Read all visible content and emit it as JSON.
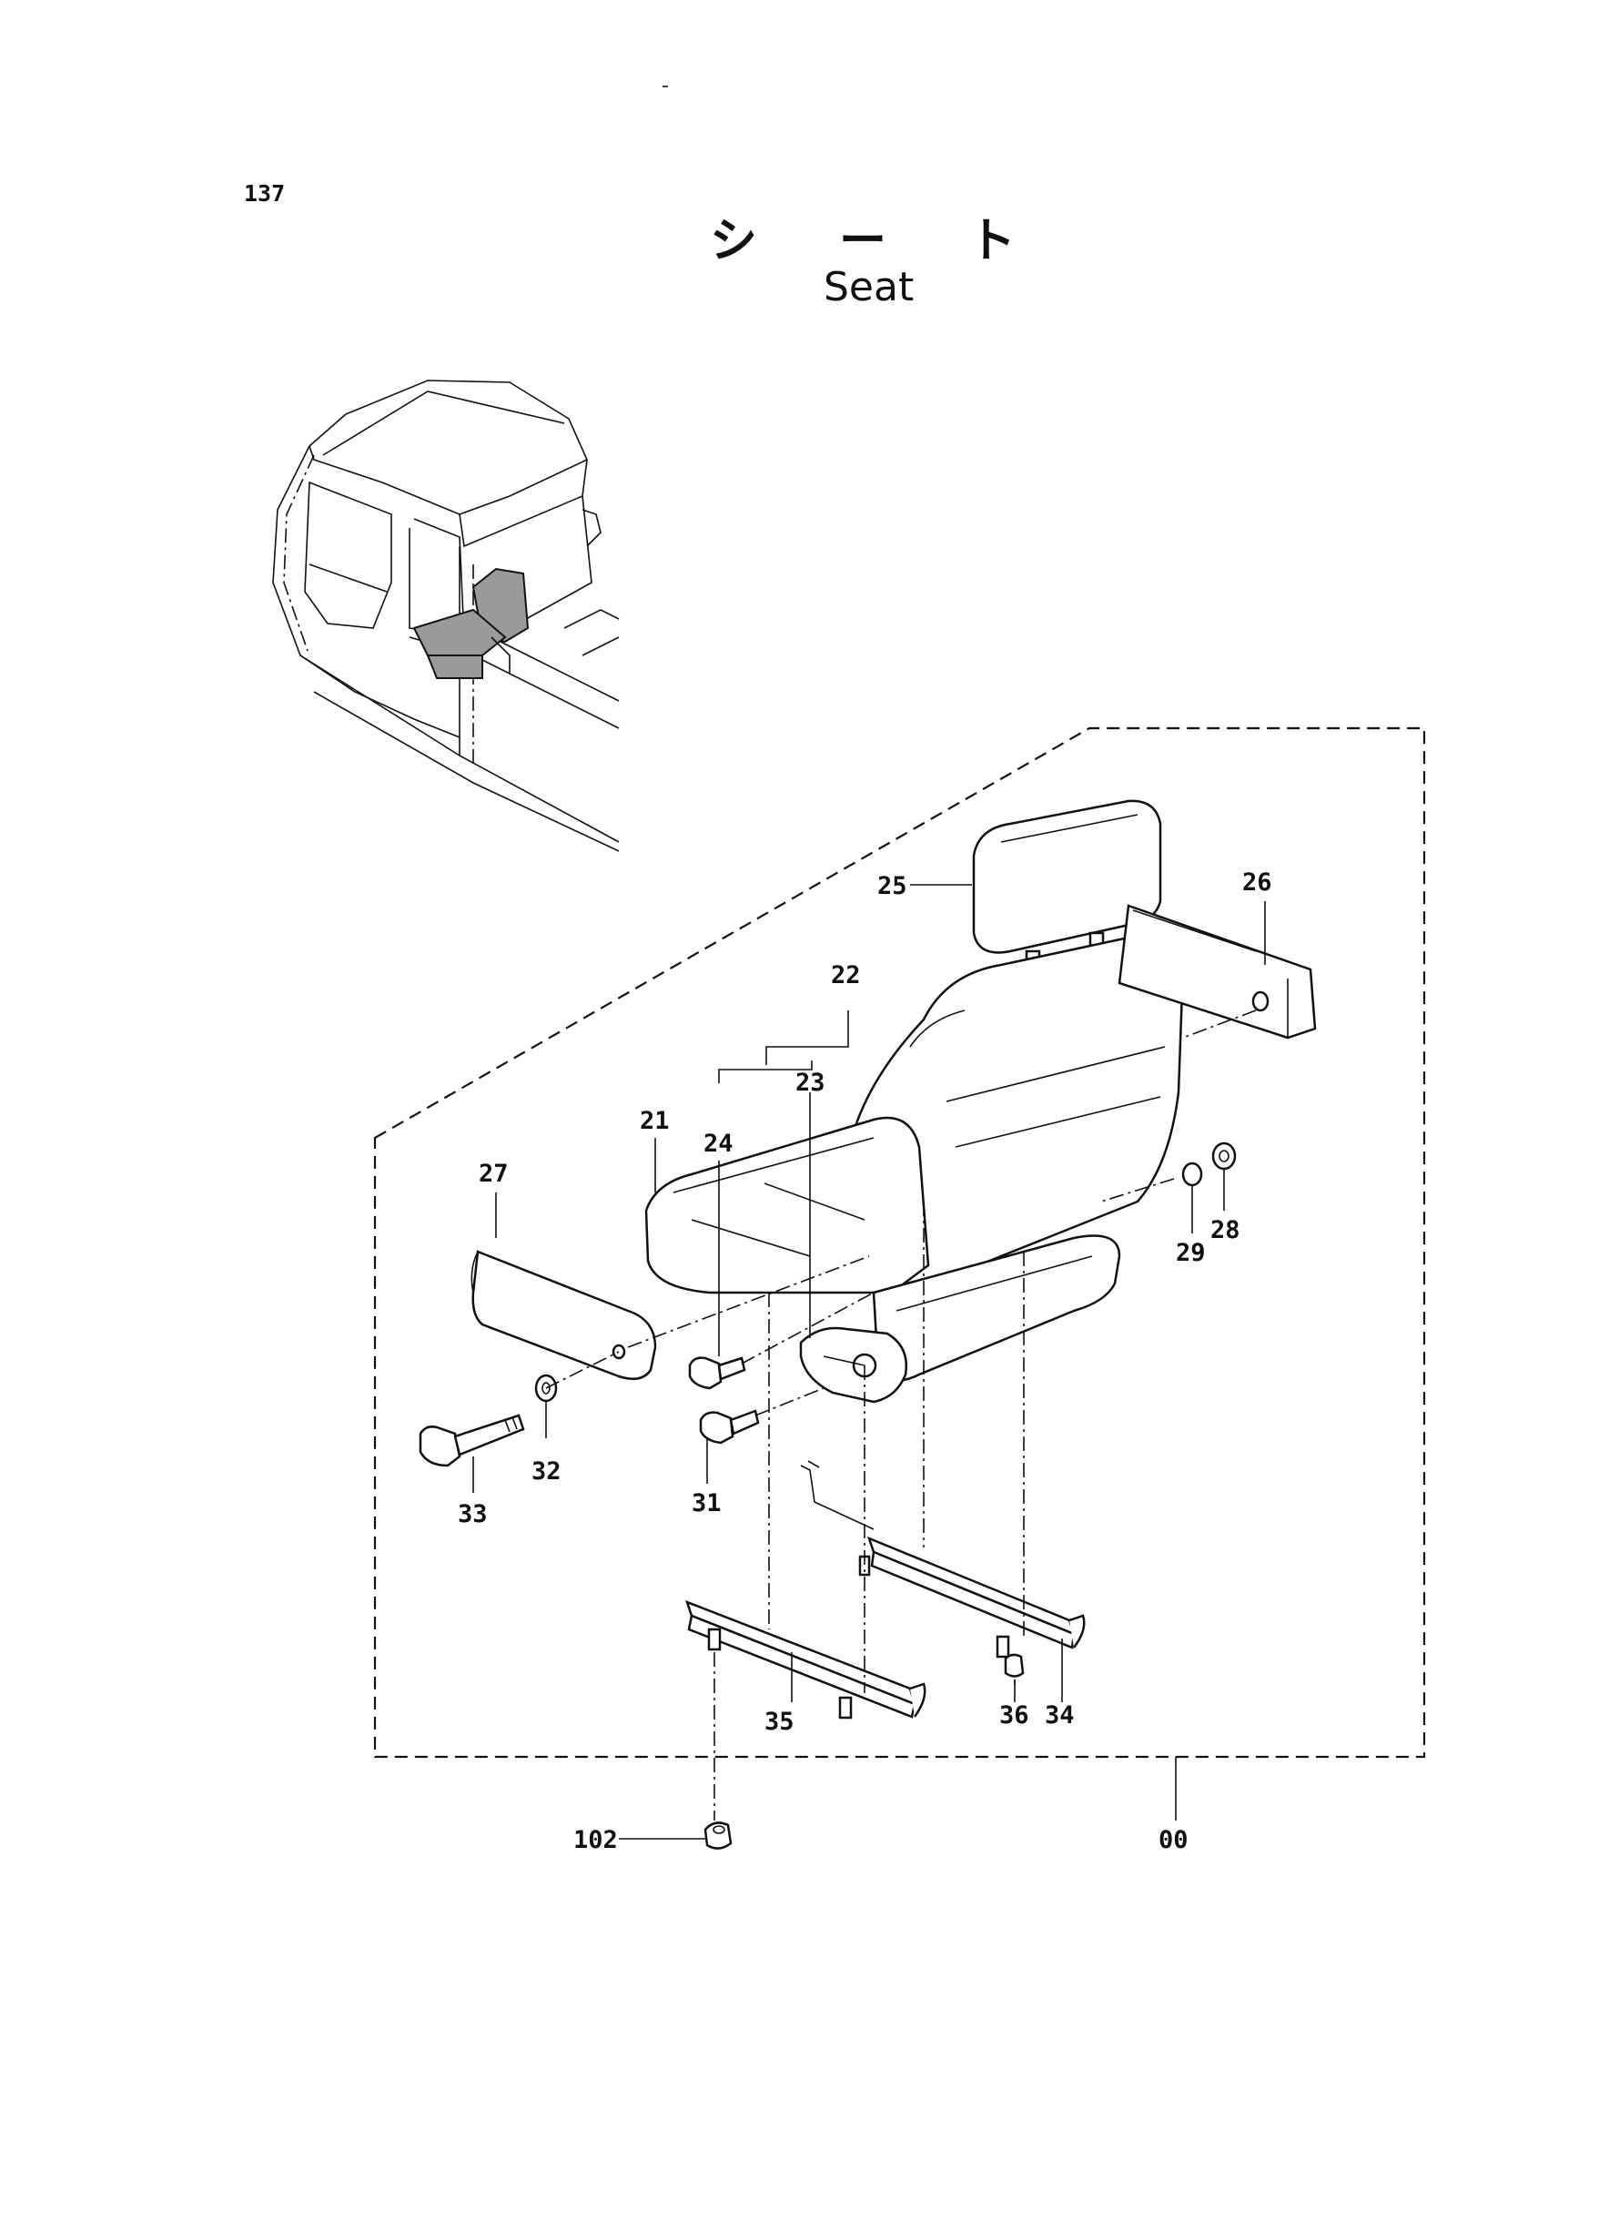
{
  "page": {
    "number": "137",
    "title_jp": "シート",
    "title_en": "Seat"
  },
  "part_labels": {
    "p00": "00",
    "p21": "21",
    "p22": "22",
    "p23": "23",
    "p24": "24",
    "p25": "25",
    "p26": "26",
    "p27": "27",
    "p28": "28",
    "p29": "29",
    "p31": "31",
    "p32": "32",
    "p33": "33",
    "p34": "34",
    "p35": "35",
    "p36": "36",
    "p102": "102"
  },
  "colors": {
    "ink": "#111111",
    "shading": "#9a9a9a",
    "paper": "#ffffff"
  }
}
